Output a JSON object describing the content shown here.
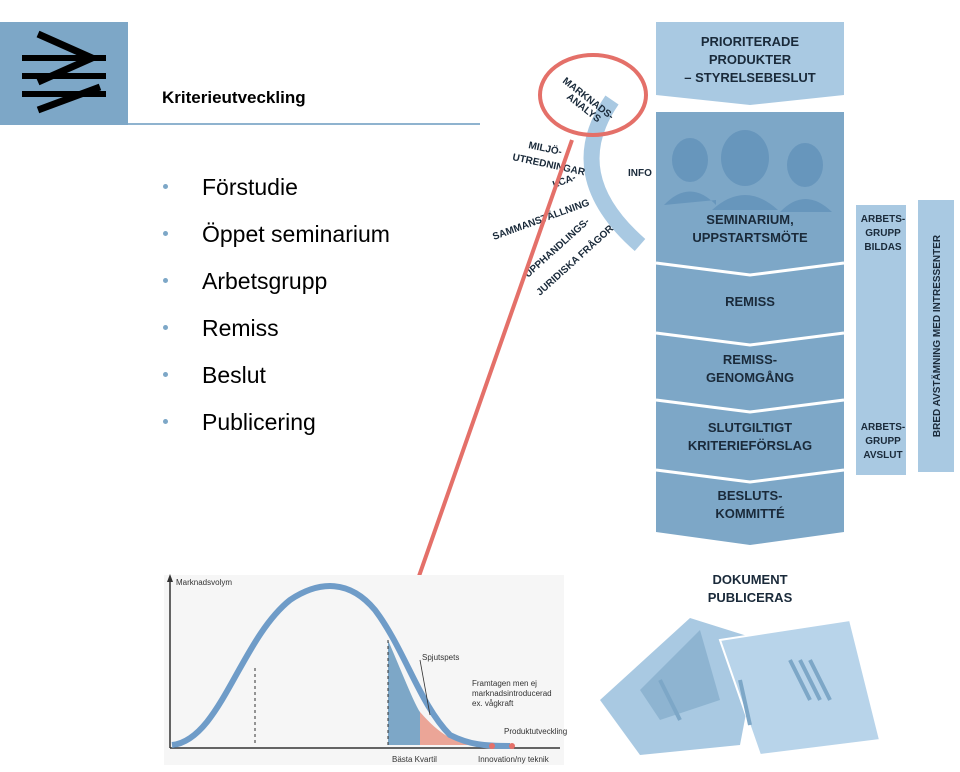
{
  "slide": {
    "title": "Kriterieutveckling",
    "bullets": [
      "Förstudie",
      "Öppet seminarium",
      "Arbetsgrupp",
      "Remiss",
      "Beslut",
      "Publicering"
    ]
  },
  "flow": {
    "top_label": [
      "PRIORITERADE",
      "PRODUKTER",
      "– STYRELSEBESLUT"
    ],
    "steps": [
      [
        "SEMINARIUM,",
        "UPPSTARTSMÖTE"
      ],
      [
        "REMISS"
      ],
      [
        "REMISS-",
        "GENOMGÅNG"
      ],
      [
        "SLUTGILTIGT",
        "KRITERIEFÖRSLAG"
      ],
      [
        "BESLUTS-",
        "KOMMITTÉ"
      ]
    ],
    "published": [
      "DOKUMENT",
      "PUBLICERAS"
    ],
    "info": "INFO",
    "arc_labels": [
      [
        "MARKNADS-",
        "ANALYS"
      ],
      [
        "MILJÖ-",
        "UTREDNINGAR"
      ],
      [
        "LCA-",
        "SAMMANSTÄLLNING"
      ],
      [
        "UPPHANDLINGS-",
        "JURIDISKA FRÅGOR"
      ]
    ],
    "side_group_start": [
      "ARBETS-",
      "GRUPP",
      "BILDAS"
    ],
    "side_group_end": [
      "ARBETS-",
      "GRUPP",
      "AVSLUT"
    ],
    "side_vertical": "BRED AVSTÄMNING MED INTRESSENTER"
  },
  "chart": {
    "y_axis_label": "Marknadsvolym",
    "annotations": {
      "spjutspets": "Spjutspets",
      "framtagen": [
        "Framtagen men ej",
        "marknadsintroducerad",
        "ex. vågkraft"
      ],
      "produktutveckling": "Produktutveckling"
    },
    "x_labels": [
      "Bästa Kvartil",
      "Innovation/ny teknik"
    ]
  },
  "colors": {
    "blue_light": "#a9c9e2",
    "blue_mid": "#7da7c7",
    "blue_dark": "#5f8fb8",
    "curve": "#6f9cc8",
    "red": "#e47069",
    "fill_red": "#eba597"
  }
}
